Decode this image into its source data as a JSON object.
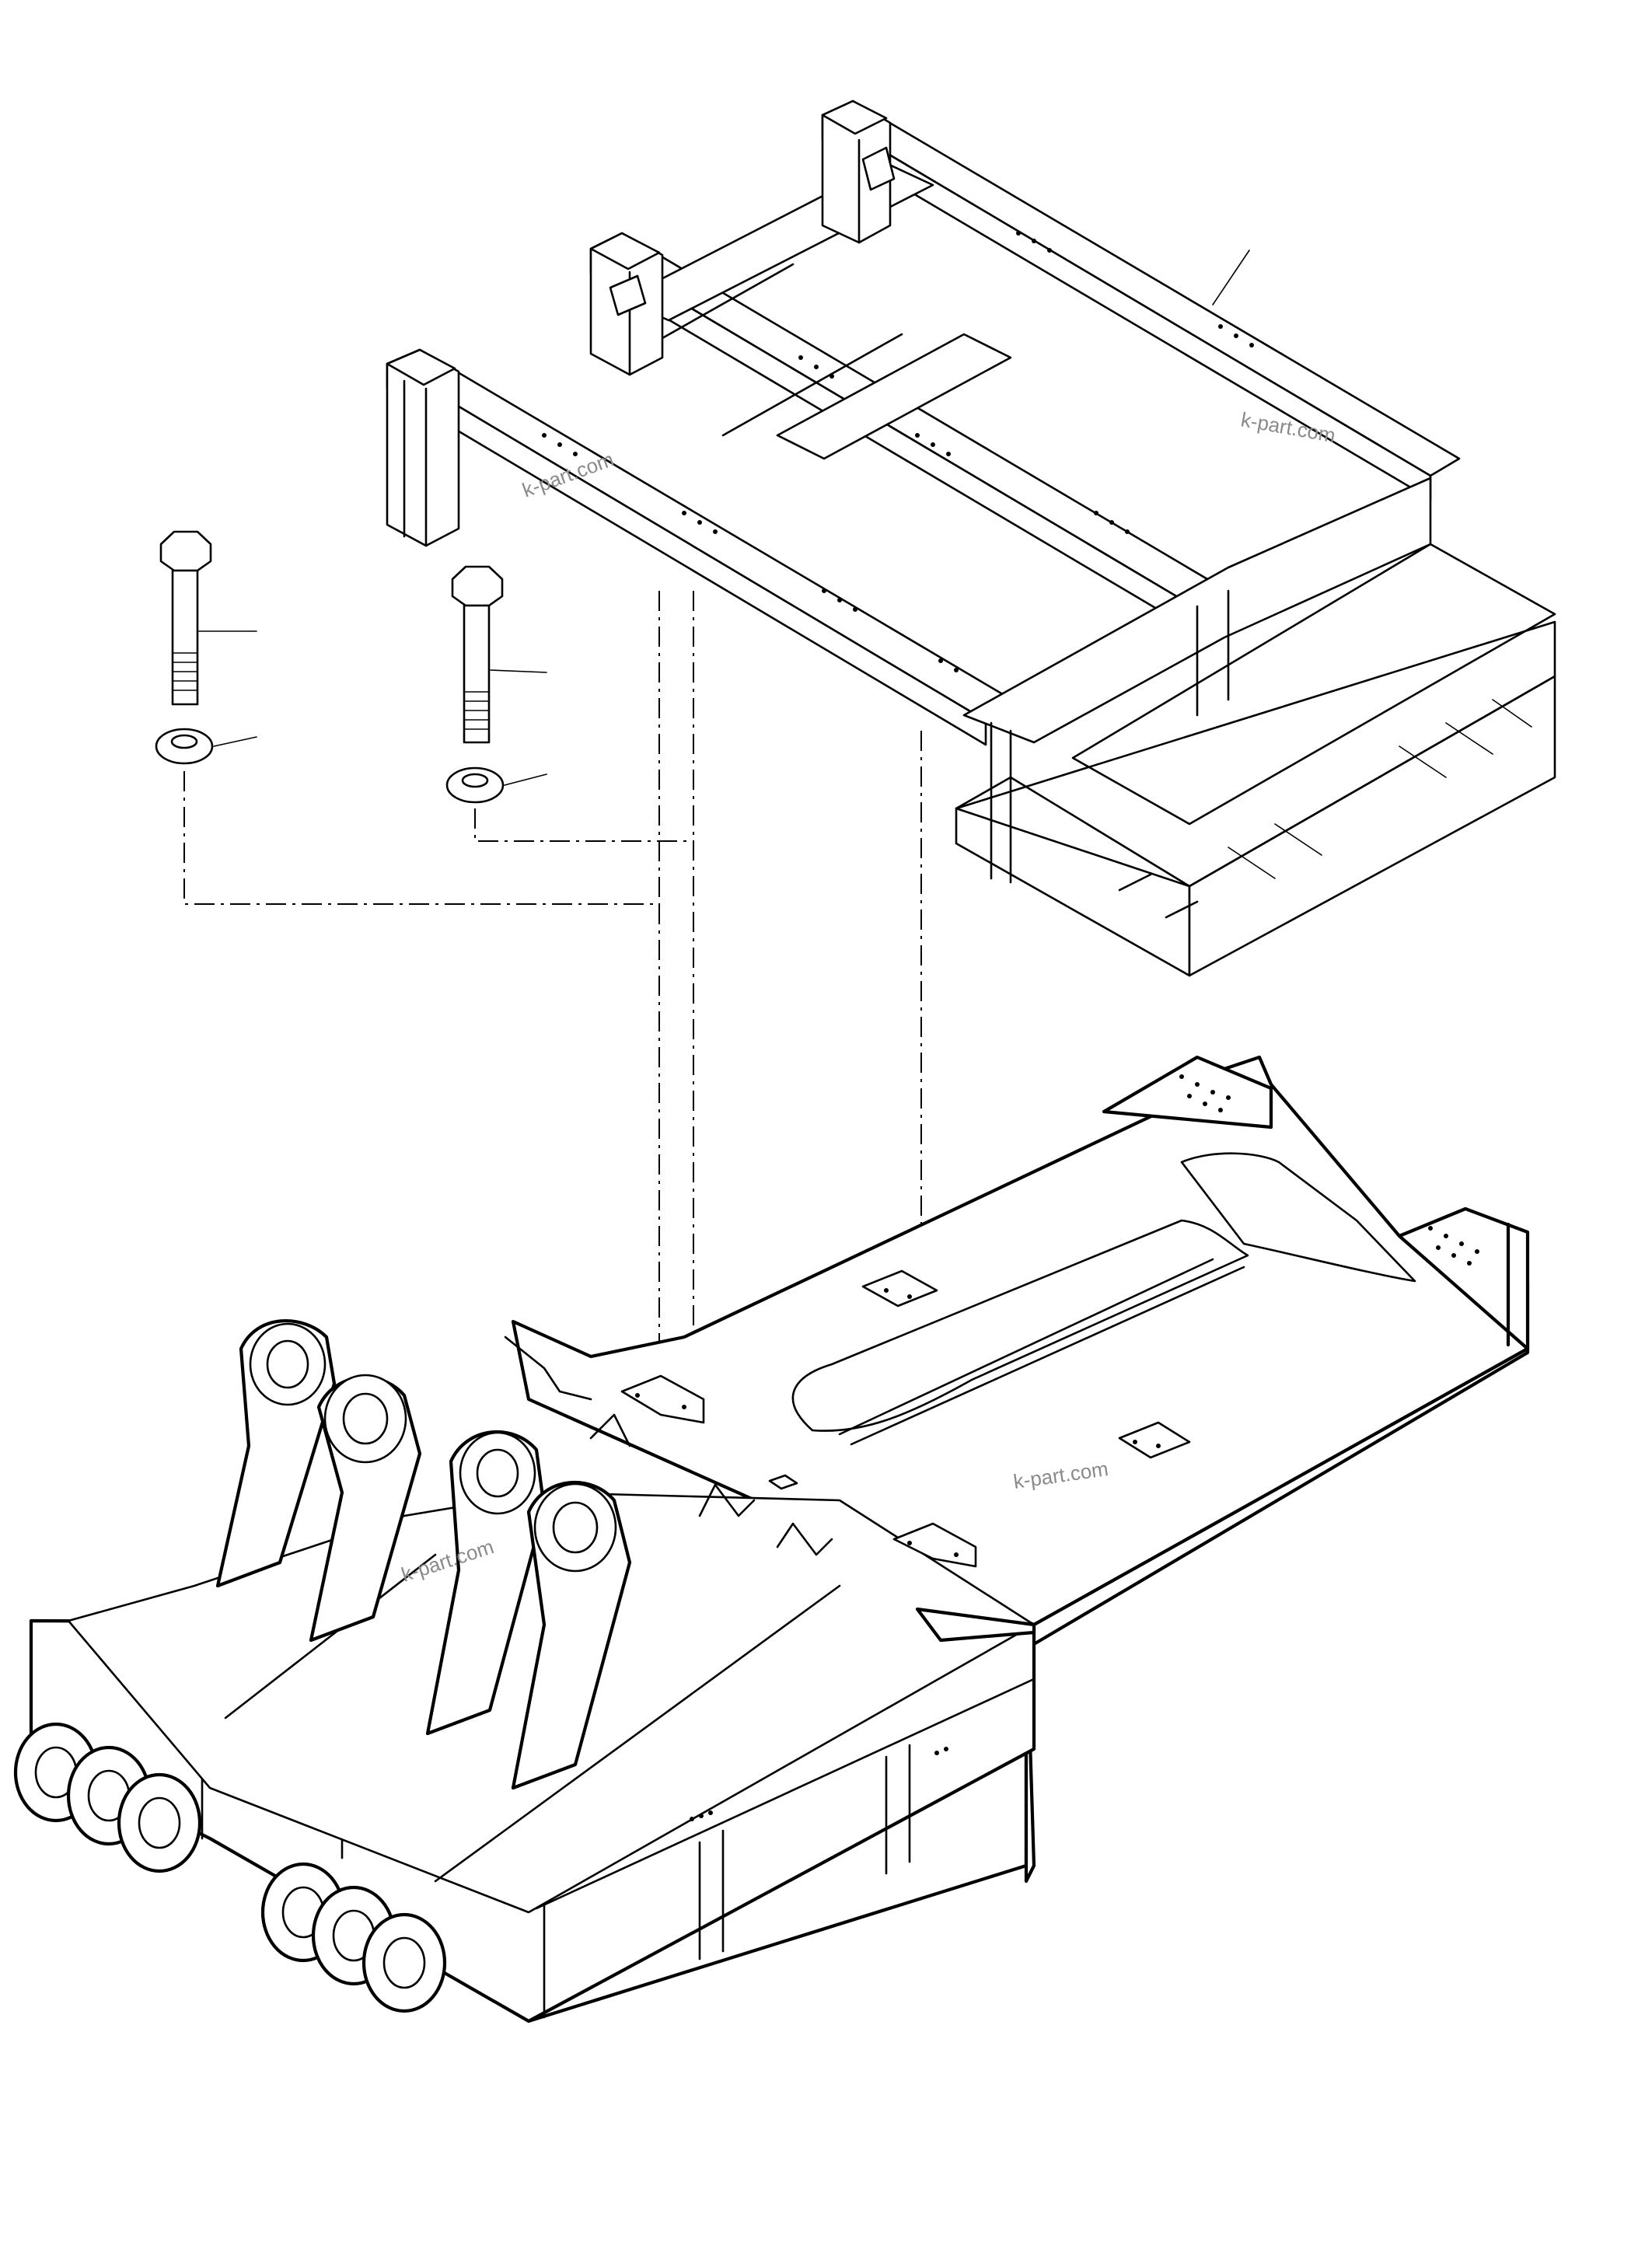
{
  "watermarks": [
    "k-part.com",
    "k-part.com",
    "k-part.com",
    "k-part.com"
  ],
  "parts": [
    {
      "name": "counterweight-frame"
    },
    {
      "name": "bolt-long"
    },
    {
      "name": "bolt-short"
    },
    {
      "name": "washer-left"
    },
    {
      "name": "washer-right"
    },
    {
      "name": "base-frame"
    }
  ]
}
